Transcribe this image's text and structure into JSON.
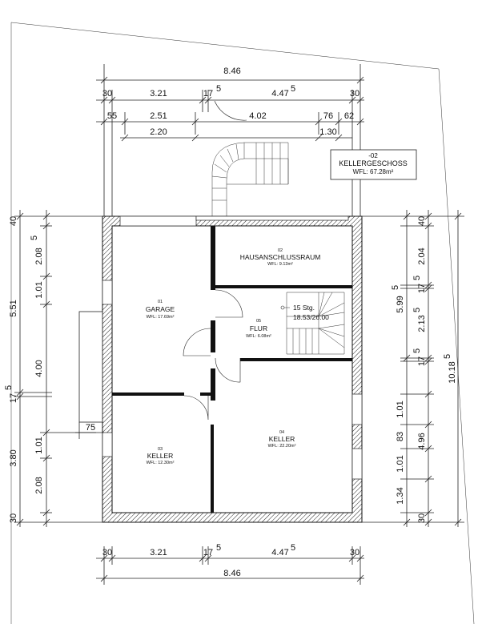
{
  "floor": {
    "number": "-02",
    "name": "KELLERGESCHOSS",
    "area": "WFL: 67.28m²"
  },
  "rooms": {
    "garage": {
      "num": "01",
      "name": "GARAGE",
      "area": "WFL: 17.69m²"
    },
    "hausanschluss": {
      "num": "02",
      "name": "HAUSANSCHLUSSRAUM",
      "area": "WFL: 9.13m²"
    },
    "keller_small": {
      "num": "03",
      "name": "KELLER",
      "area": "WFL: 12.30m²"
    },
    "keller_large": {
      "num": "04",
      "name": "KELLER",
      "area": "WFL: 22.20m²"
    },
    "flur": {
      "num": "05",
      "name": "FLUR",
      "area": "WFL: 6.08m²"
    }
  },
  "stairs": {
    "steps": "15 Stg.",
    "ratio": "18.53/26.00"
  },
  "dims_top": {
    "total": "8.46",
    "row1": [
      "30",
      "3.21",
      "17",
      "5",
      "4.47",
      "5",
      "30"
    ],
    "row2": [
      "55",
      "2.51",
      "4.02",
      "76",
      "62"
    ],
    "row3": [
      "2.20",
      "1.30"
    ]
  },
  "dims_bottom": {
    "row1": [
      "30",
      "3.21",
      "17",
      "5",
      "4.47",
      "5",
      "30"
    ],
    "total": "8.46"
  },
  "dims_left": {
    "outer": [
      "5.51",
      "4.00",
      "3.80"
    ],
    "outer_mid": [
      "17",
      "5"
    ],
    "inner": [
      "40",
      "2.08",
      "5",
      "1.01",
      "1.01",
      "2.08",
      "30"
    ],
    "porch": "75"
  },
  "dims_right": {
    "total": "10.18",
    "total_sup": "5",
    "outer": [
      "5.99",
      "5",
      "4.96"
    ],
    "inner": [
      "40",
      "2.04",
      "17",
      "5",
      "2.13",
      "5",
      "17",
      "5",
      "1.01",
      "83",
      "1.01",
      "1.34",
      "30"
    ]
  }
}
